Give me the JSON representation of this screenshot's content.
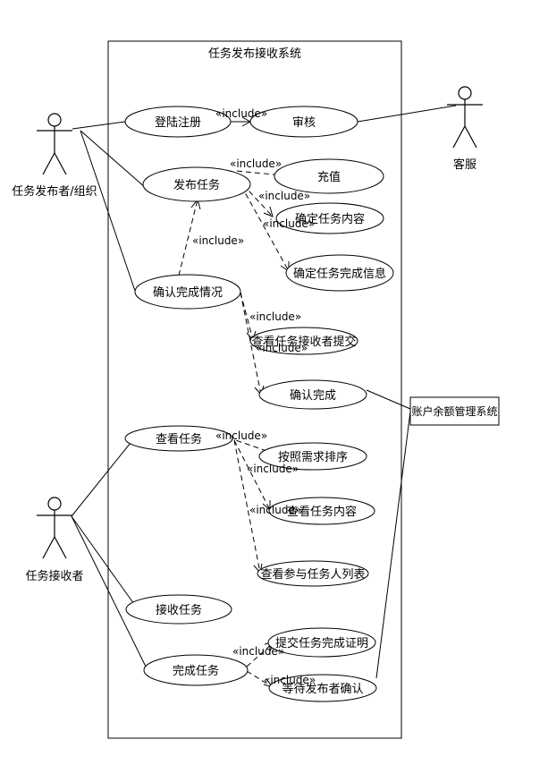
{
  "system": {
    "title": "任务发布接收系统"
  },
  "actors": {
    "publisher": "任务发布者/组织",
    "receiver": "任务接收者",
    "service": "客服"
  },
  "external_system": "账户余额管理系统",
  "include_label": "«include»",
  "use_cases": {
    "login": "登陆注册",
    "review": "审核",
    "publish": "发布任务",
    "recharge": "充值",
    "confirm_content": "确定任务内容",
    "confirm_completion_info": "确定任务完成信息",
    "confirm_status": "确认完成情况",
    "view_receiver_submission": "查看任务接收者提交",
    "confirm_done": "确认完成",
    "view_tasks": "查看任务",
    "sort_by_demand": "按照需求排序",
    "view_task_content": "查看任务内容",
    "view_participants": "查看参与任务人列表",
    "accept_task": "接收任务",
    "complete_task": "完成任务",
    "submit_proof": "提交任务完成证明",
    "wait_confirm": "等待发布者确认"
  }
}
